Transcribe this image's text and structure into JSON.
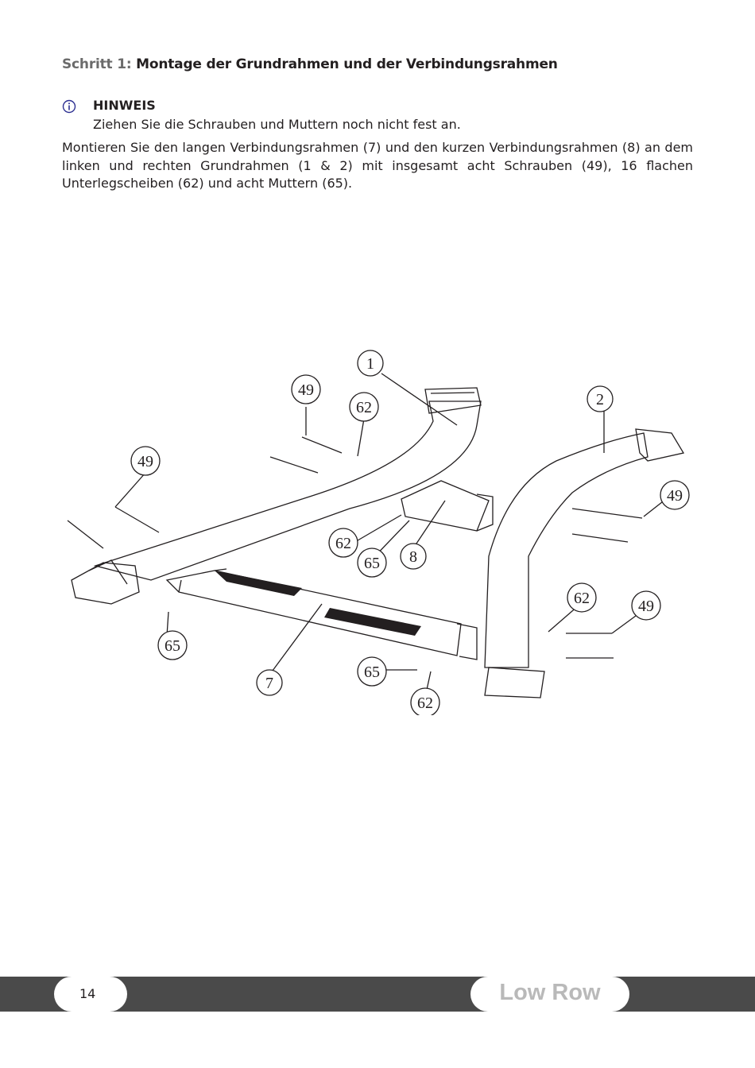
{
  "heading": {
    "step": "Schritt 1:",
    "title": " Montage der Grundrahmen und der Verbindungsrahmen"
  },
  "note": {
    "icon": "info-icon",
    "title": "HINWEIS",
    "text": "Ziehen Sie die Schrauben und Muttern noch nicht fest an."
  },
  "body": "Montieren Sie den langen Verbindungsrahmen (7) und den kurzen Verbindungsrahmen (8) an dem linken und rechten Grundrahmen (1 & 2) mit insgesamt acht Schrauben (49), 16 flachen Unterlegscheiben (62) und acht Muttern (65).",
  "diagram": {
    "callouts": [
      "1",
      "49",
      "62",
      "2",
      "49",
      "49",
      "62",
      "65",
      "8",
      "65",
      "62",
      "49",
      "7",
      "65",
      "62"
    ]
  },
  "footer": {
    "page": "14",
    "title": "Low Row"
  }
}
